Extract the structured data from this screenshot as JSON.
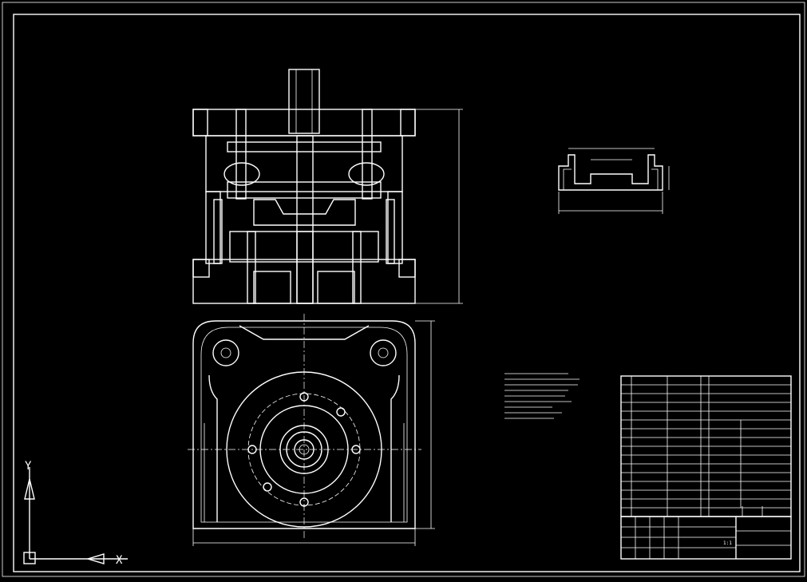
{
  "title_block": {
    "fields": [
      "1:1"
    ]
  },
  "colors": {
    "background": "#000000",
    "linework": "#ffffff",
    "hatch": "#ffffff"
  },
  "ucs_icon": {
    "x_label": "X",
    "y_label": "Y"
  }
}
